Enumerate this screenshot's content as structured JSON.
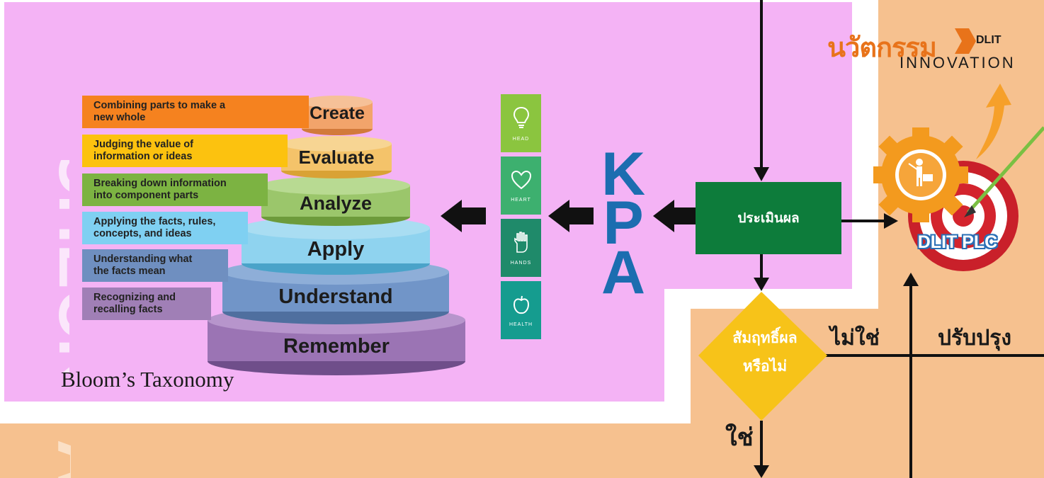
{
  "check_label": "CHECK",
  "act_label": "A",
  "bloom": {
    "tiers": [
      {
        "name": "Create",
        "desc": "Combining parts to make a\nnew whole"
      },
      {
        "name": "Evaluate",
        "desc": "Judging the value of\ninformation or ideas"
      },
      {
        "name": "Analyze",
        "desc": "Breaking down information\ninto component parts"
      },
      {
        "name": "Apply",
        "desc": "Applying the facts, rules,\nconcepts, and ideas"
      },
      {
        "name": "Understand",
        "desc": "Understanding what\nthe facts mean"
      },
      {
        "name": "Remember",
        "desc": "Recognizing and\nrecalling facts"
      }
    ],
    "caption": "Bloom’s Taxonomy"
  },
  "hhhh": [
    {
      "label": "HEAD",
      "icon": "lightbulb-icon"
    },
    {
      "label": "HEART",
      "icon": "heart-icon"
    },
    {
      "label": "HANDS",
      "icon": "hand-icon"
    },
    {
      "label": "HEALTH",
      "icon": "apple-icon"
    }
  ],
  "kpa": [
    "K",
    "P",
    "A"
  ],
  "flow": {
    "evaluate": "ประเมินผล",
    "decision_line1": "สัมฤทธิ์ผล",
    "decision_line2": "หรือไม่",
    "no": "ไม่ใช่",
    "yes": "ใช่",
    "improve": "ปรับปรุง"
  },
  "logo": {
    "thai": "นวัตกรรม",
    "dlit": "DLIT",
    "innovation": "INNOVATION",
    "plc": "DLIT PLC"
  },
  "colors": {
    "pink": "#f4b3f5",
    "peach": "#f6c18f",
    "green": "#0d7c3b",
    "diamond": "#f7c319",
    "kpa_blue": "#1c6db0"
  }
}
